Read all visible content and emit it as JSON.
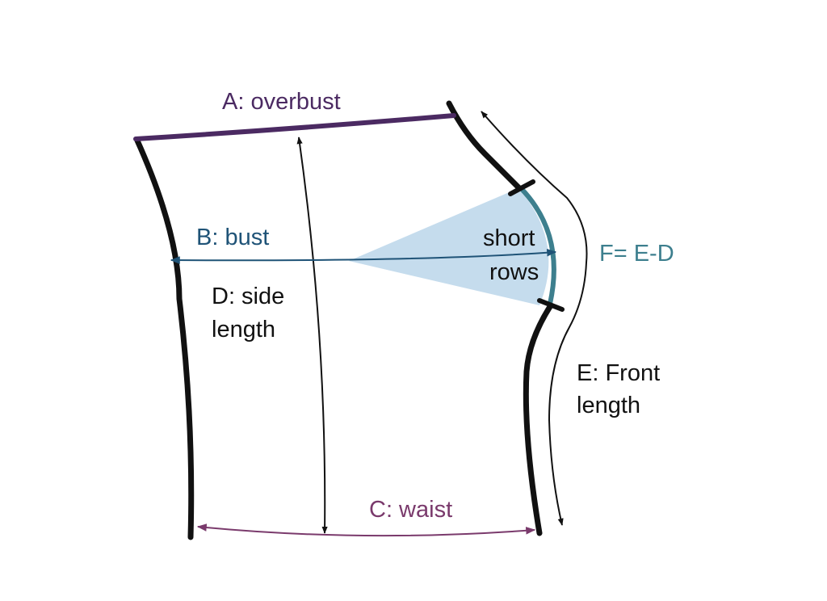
{
  "labels": {
    "overbust": "A: overbust",
    "bust": "B: bust",
    "waist": "C: waist",
    "side_length_1": "D: side",
    "side_length_2": "length",
    "short_rows_1": "short",
    "short_rows_2": "rows",
    "f_formula": "F= E-D",
    "front_length_1": "E: Front",
    "front_length_2": "length"
  },
  "colors": {
    "overbust": "#4b2a62",
    "bust": "#1f5377",
    "waist": "#7a3a6c",
    "short_rows_fill": "#c5dced",
    "f_segment": "#3d7f8e",
    "outline": "#111111",
    "text": "#111111"
  }
}
